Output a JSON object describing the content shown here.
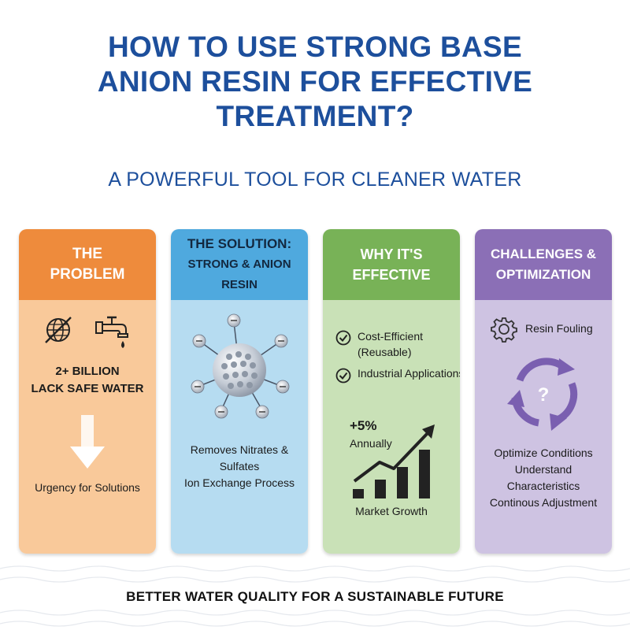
{
  "title": {
    "line1": "HOW TO USE STRONG BASE",
    "line2": "ANION RESIN FOR EFFECTIVE",
    "line3": "TREATMENT?"
  },
  "subtitle": "A POWERFUL TOOL FOR CLEANER WATER",
  "colors": {
    "title": "#1d4f9c",
    "problem": "#ee8b3c",
    "solution": "#4fa9de",
    "effective": "#78b257",
    "challenges": "#8b6fb6"
  },
  "cards": [
    {
      "header_line1": "THE",
      "header_line2": "PROBLEM",
      "icons": [
        "no-globe-icon",
        "faucet-icon"
      ],
      "stat_line1": "2+ BILLION",
      "stat_line2": "LACK SAFE WATER",
      "arrow_icon": "down-arrow-icon",
      "footer": "Urgency for Solutions"
    },
    {
      "header_line1": "THE SOLUTION:",
      "header_line2": "STRONG & ANION RESIN",
      "icon": "resin-bead-icon",
      "text_line1": "Removes Nitrates &",
      "text_line2": "Sulfates",
      "text_line3": "Ion Exchange Process"
    },
    {
      "header_line1": "WHY IT'S",
      "header_line2": "EFFECTIVE",
      "checks": [
        {
          "line1": "Cost-Efficient",
          "line2": "(Reusable)"
        },
        {
          "line1": "Industrial Applications",
          "line2": ""
        }
      ],
      "growth_value": "+5%",
      "growth_period": "Annually",
      "chart_icon": "growth-bar-chart-icon",
      "chart_label": "Market Growth"
    },
    {
      "header_line1": "CHALLENGES &",
      "header_line2": "OPTIMIZATION",
      "fouling_icon": "gear-icon",
      "fouling_label": "Resin Fouling",
      "cycle_icon": "cycle-question-icon",
      "lines": [
        "Optimize Conditions",
        "Understand",
        "Characteristics",
        "Continous Adjustment"
      ]
    }
  ],
  "footer": "BETTER WATER QUALITY FOR A SUSTAINABLE FUTURE"
}
